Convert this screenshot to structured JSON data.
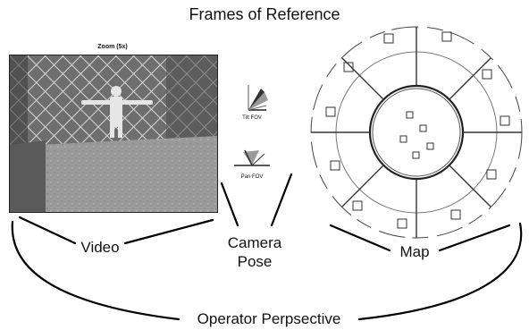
{
  "title": "Frames of Reference",
  "video_panel": {
    "caption": "Zoom (5x)"
  },
  "camera_icons": {
    "tilt_label": "Tilt FOV",
    "pan_label": "Pan FOV"
  },
  "labels": {
    "video": "Video",
    "camera_pose_line1": "Camera",
    "camera_pose_line2": "Pose",
    "map": "Map",
    "operator": "Operator Perpsective"
  }
}
